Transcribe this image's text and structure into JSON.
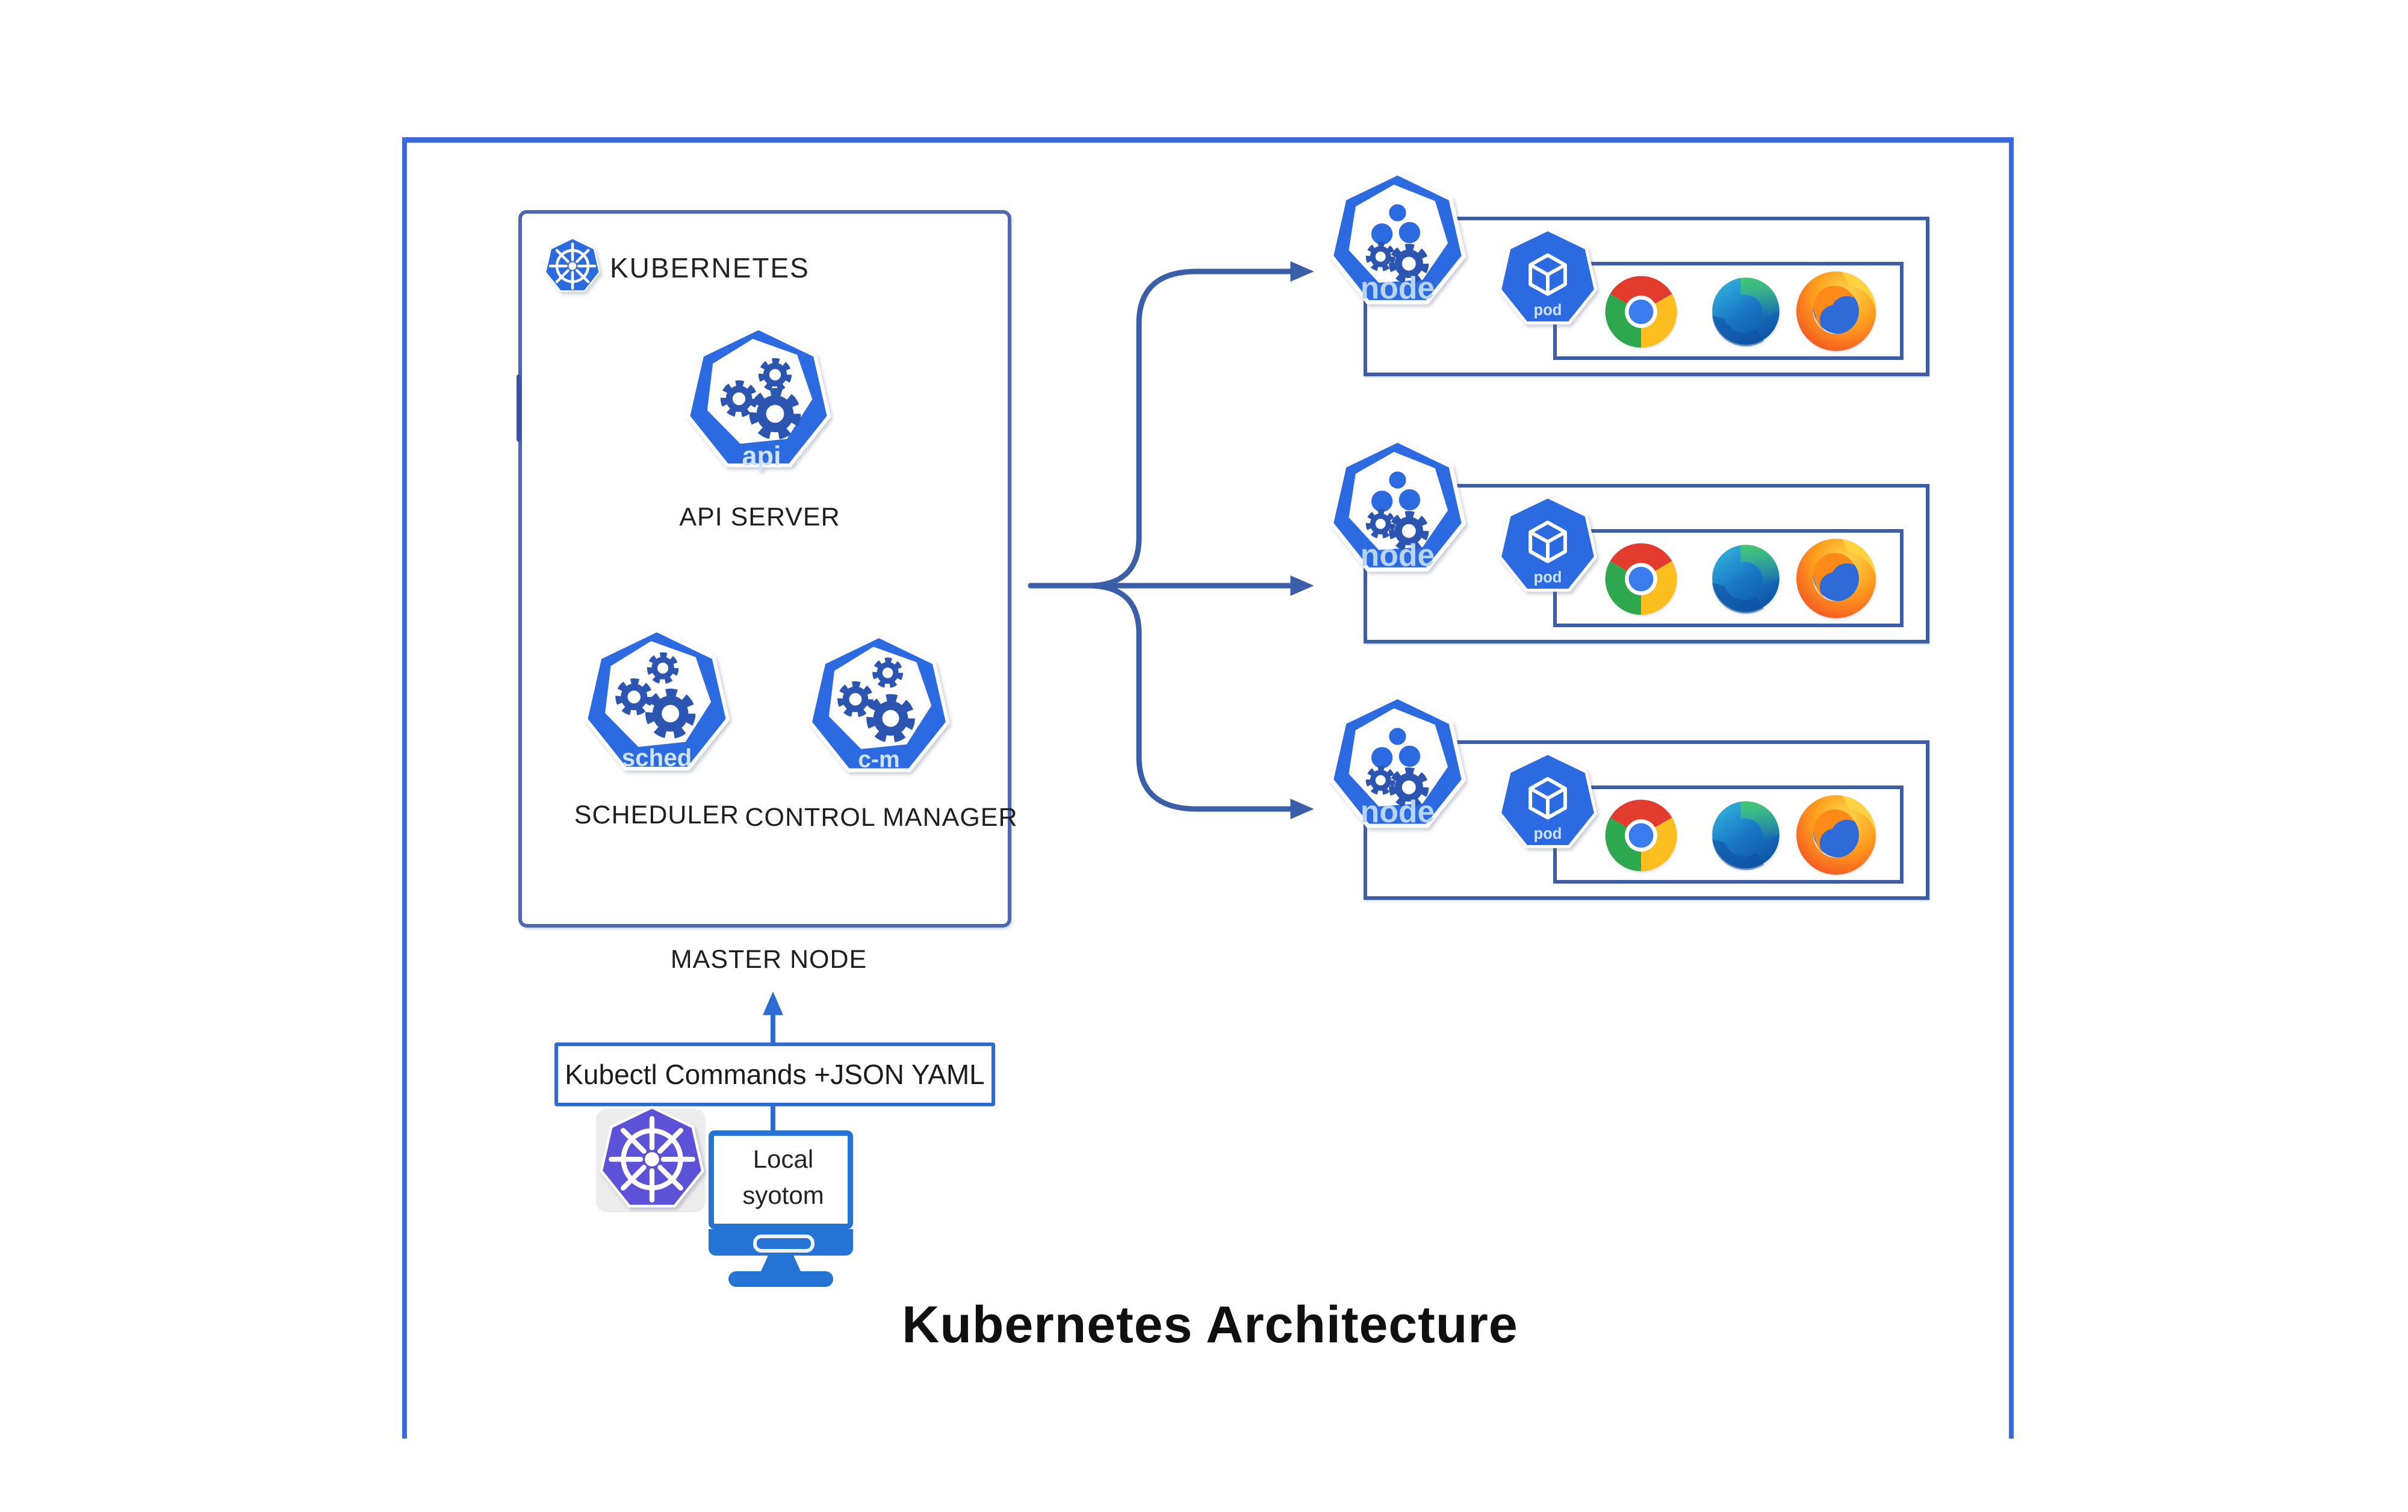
{
  "title": "Kubernetes Architecture",
  "master_box": {
    "logo_label": "KUBERNETES",
    "caption": "MASTER NODE",
    "api": {
      "icon_text": "api",
      "label": "API SERVER"
    },
    "scheduler": {
      "icon_text": "sched",
      "label": "SCHEDULER"
    },
    "control_manager": {
      "icon_text": "c-m",
      "label": "CONTROL MANAGER"
    }
  },
  "client": {
    "command_box_text": "Kubectl Commands +JSON YAML",
    "machine_label_line1": "Local",
    "machine_label_line2": "syotom"
  },
  "worker_nodes": {
    "count": 3,
    "node_icon_text": "node",
    "pod_icon_text": "pod",
    "browser_icons": [
      "chrome",
      "edge",
      "firefox"
    ]
  },
  "colors": {
    "kubernetes_blue": "#2b6ae0",
    "gear_blue": "#2b55b0",
    "frame_blue": "#3c68dd",
    "master_border": "#4e68b0",
    "group_rect_blue": "#3d5da8",
    "connector_blue": "#3b5ea9",
    "bright_blue": "#2e6bd3",
    "monitor_blue": "#2573d4",
    "kubectl_wheel_purple": "#5b52d8",
    "title_color": "#101010"
  }
}
